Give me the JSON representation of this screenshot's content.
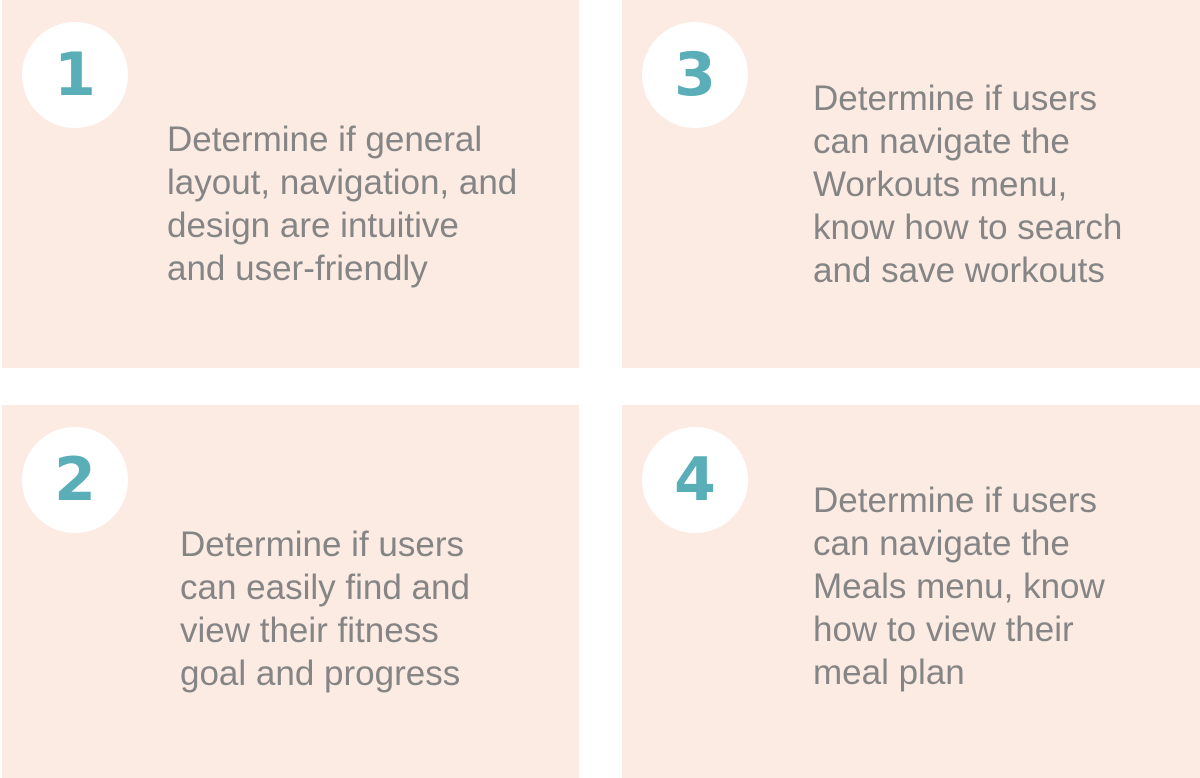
{
  "colors": {
    "card_background": "#fcebe3",
    "circle_background": "#ffffff",
    "number_accent": "#5aaeb8",
    "body_text": "#858585"
  },
  "cards": [
    {
      "number": "1",
      "text": "Determine if general\nlayout, navigation, and\ndesign are intuitive\nand user-friendly"
    },
    {
      "number": "2",
      "text": "Determine if users\ncan easily find and\nview their fitness\ngoal and progress"
    },
    {
      "number": "3",
      "text": "Determine if users\ncan navigate the\nWorkouts menu,\nknow how to search\nand save workouts"
    },
    {
      "number": "4",
      "text": "Determine if users\ncan navigate the\nMeals menu, know\nhow to view their\nmeal plan"
    }
  ]
}
